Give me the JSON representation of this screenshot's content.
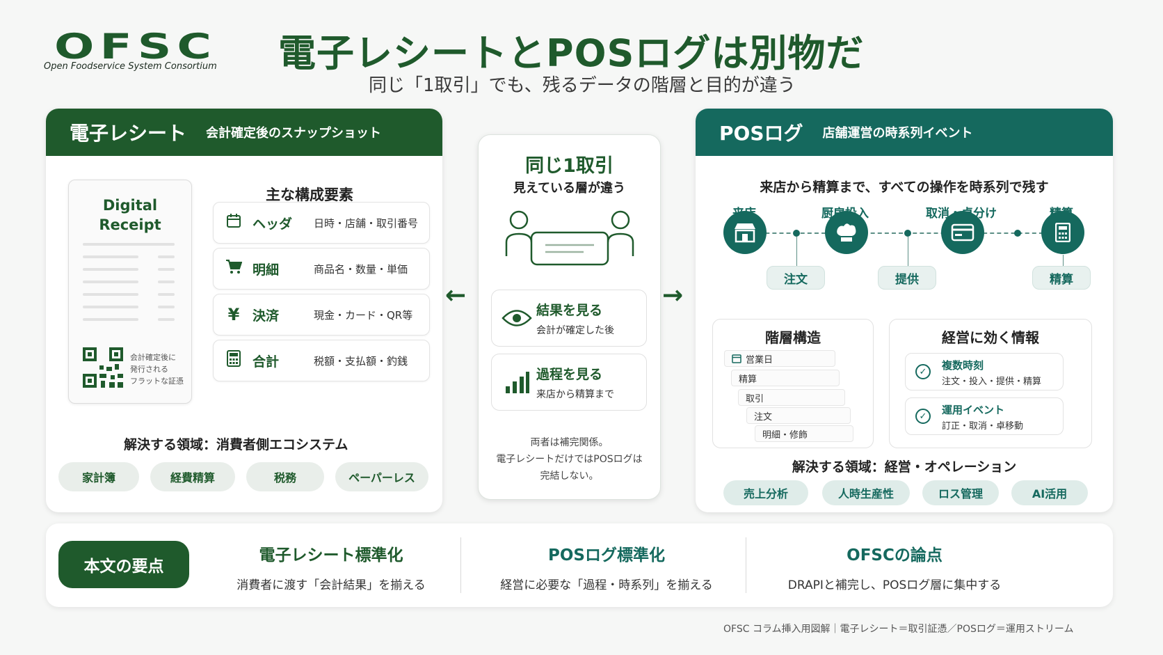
{
  "header": {
    "logo": "OFSC",
    "logo_sub": "Open Foodservice System Consortium",
    "title": "電子レシートとPOSログは別物だ",
    "subtitle": "同じ「1取引」でも、残るデータの階層と目的が違う"
  },
  "left": {
    "title": "電子レシート",
    "subtitle": "会計確定後のスナップショット",
    "receipt_title": "Digital\nReceipt",
    "receipt_note": "会計確定後に\n発行される\nフラットな証憑",
    "components_title": "主な構成要素",
    "components": [
      {
        "icon": "calendar-icon",
        "label": "ヘッダ",
        "desc": "日時・店舗・取引番号"
      },
      {
        "icon": "cart-icon",
        "label": "明細",
        "desc": "商品名・数量・単価"
      },
      {
        "icon": "yen-icon",
        "label": "決済",
        "desc": "現金・カード・QR等"
      },
      {
        "icon": "calculator-icon",
        "label": "合計",
        "desc": "税額・支払額・釣銭"
      }
    ],
    "solve_title": "解決する領域：消費者側エコシステム",
    "solve_tags": [
      "家計簿",
      "経費精算",
      "税務",
      "ペーパーレス"
    ]
  },
  "center": {
    "title": "同じ1取引",
    "subtitle": "見えている層が違う",
    "cards": [
      {
        "icon": "eye-icon",
        "title": "結果を見る",
        "desc": "会計が確定した後"
      },
      {
        "icon": "bar-chart-icon",
        "title": "過程を見る",
        "desc": "来店から精算まで"
      }
    ],
    "note": "両者は補完関係。\n電子レシートだけではPOSログは\n完結しない。"
  },
  "right": {
    "title": "POSログ",
    "subtitle": "店舗運営の時系列イベント",
    "timeline_title": "来店から精算まで、すべての操作を時系列で残す",
    "timeline_labels": [
      "来店",
      "厨房投入",
      "取消・卓分け",
      "精算"
    ],
    "timeline_icons": [
      "store-icon",
      "chef-hat-icon",
      "card-icon",
      "calculator-icon"
    ],
    "timeline_sub": [
      "注文",
      "提供",
      "精算"
    ],
    "hierarchy_title": "階層構造",
    "hierarchy": [
      "営業日",
      "精算",
      "取引",
      "注文",
      "明細・修飾"
    ],
    "info_title": "経営に効く情報",
    "info": [
      {
        "title": "複数時刻",
        "desc": "注文・投入・提供・精算"
      },
      {
        "title": "運用イベント",
        "desc": "訂正・取消・卓移動"
      }
    ],
    "solve_title": "解決する領域：経営・オペレーション",
    "solve_tags": [
      "売上分析",
      "人時生産性",
      "ロス管理",
      "AI活用"
    ]
  },
  "bottom": {
    "key_label": "本文の要点",
    "cols": [
      {
        "title": "電子レシート標準化",
        "desc": "消費者に渡す「会計結果」を揃える"
      },
      {
        "title": "POSログ標準化",
        "desc": "経営に必要な「過程・時系列」を揃える"
      },
      {
        "title": "OFSCの論点",
        "desc": "DRAPIと補完し、POSログ層に集中する"
      }
    ]
  },
  "footer": "OFSC コラム挿入用図解｜電子レシート＝取引証憑／POSログ＝運用ストリーム",
  "colors": {
    "green": "#1f5a2c",
    "teal": "#15695e"
  }
}
